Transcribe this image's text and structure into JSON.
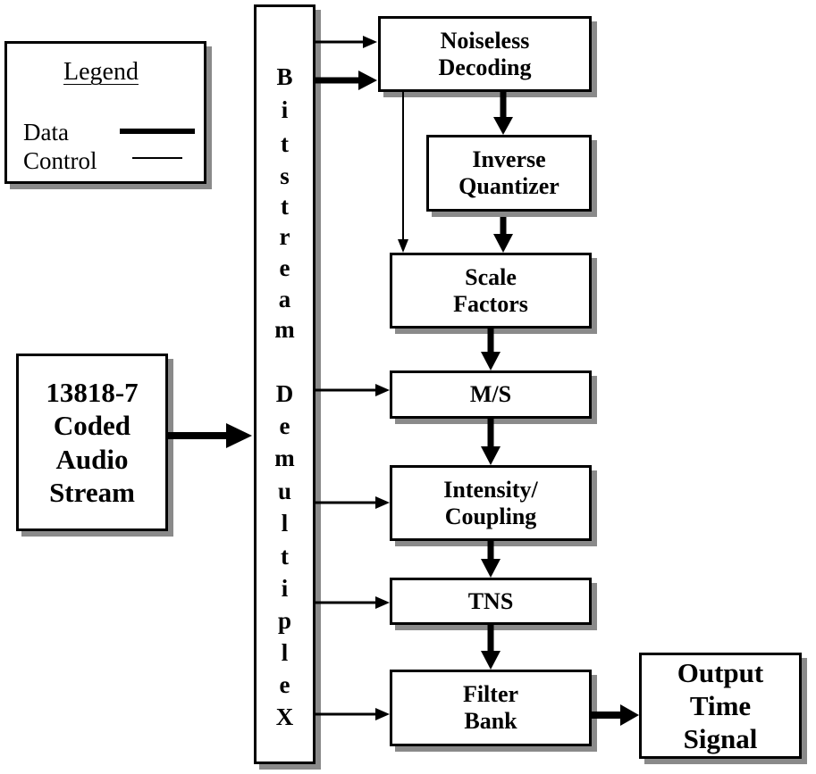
{
  "legend": {
    "title": "Legend",
    "items": [
      {
        "label": "Data",
        "line_style": "thick"
      },
      {
        "label": "Control",
        "line_style": "thin"
      }
    ]
  },
  "input": {
    "lines": [
      "13818-7",
      "Coded",
      "Audio",
      "Stream"
    ]
  },
  "demux": {
    "word1": [
      "B",
      "i",
      "t",
      "s",
      "t",
      "r",
      "e",
      "a",
      "m"
    ],
    "word2": [
      "D",
      "e",
      "m",
      "u",
      "l",
      "t",
      "i",
      "p",
      "l",
      "e",
      "X"
    ]
  },
  "blocks": {
    "noiseless_decoding": [
      "Noiseless",
      "Decoding"
    ],
    "inverse_quantizer": [
      "Inverse",
      "Quantizer"
    ],
    "scale_factors": [
      "Scale",
      "Factors"
    ],
    "ms": [
      "M/S"
    ],
    "intensity_coupling": [
      "Intensity/",
      "Coupling"
    ],
    "tns": [
      "TNS"
    ],
    "filter_bank": [
      "Filter",
      "Bank"
    ]
  },
  "output": {
    "lines": [
      "Output",
      "Time",
      "Signal"
    ]
  },
  "colors": {
    "line": "#000000",
    "shadow": "#8a8a8a",
    "background": "#ffffff"
  }
}
